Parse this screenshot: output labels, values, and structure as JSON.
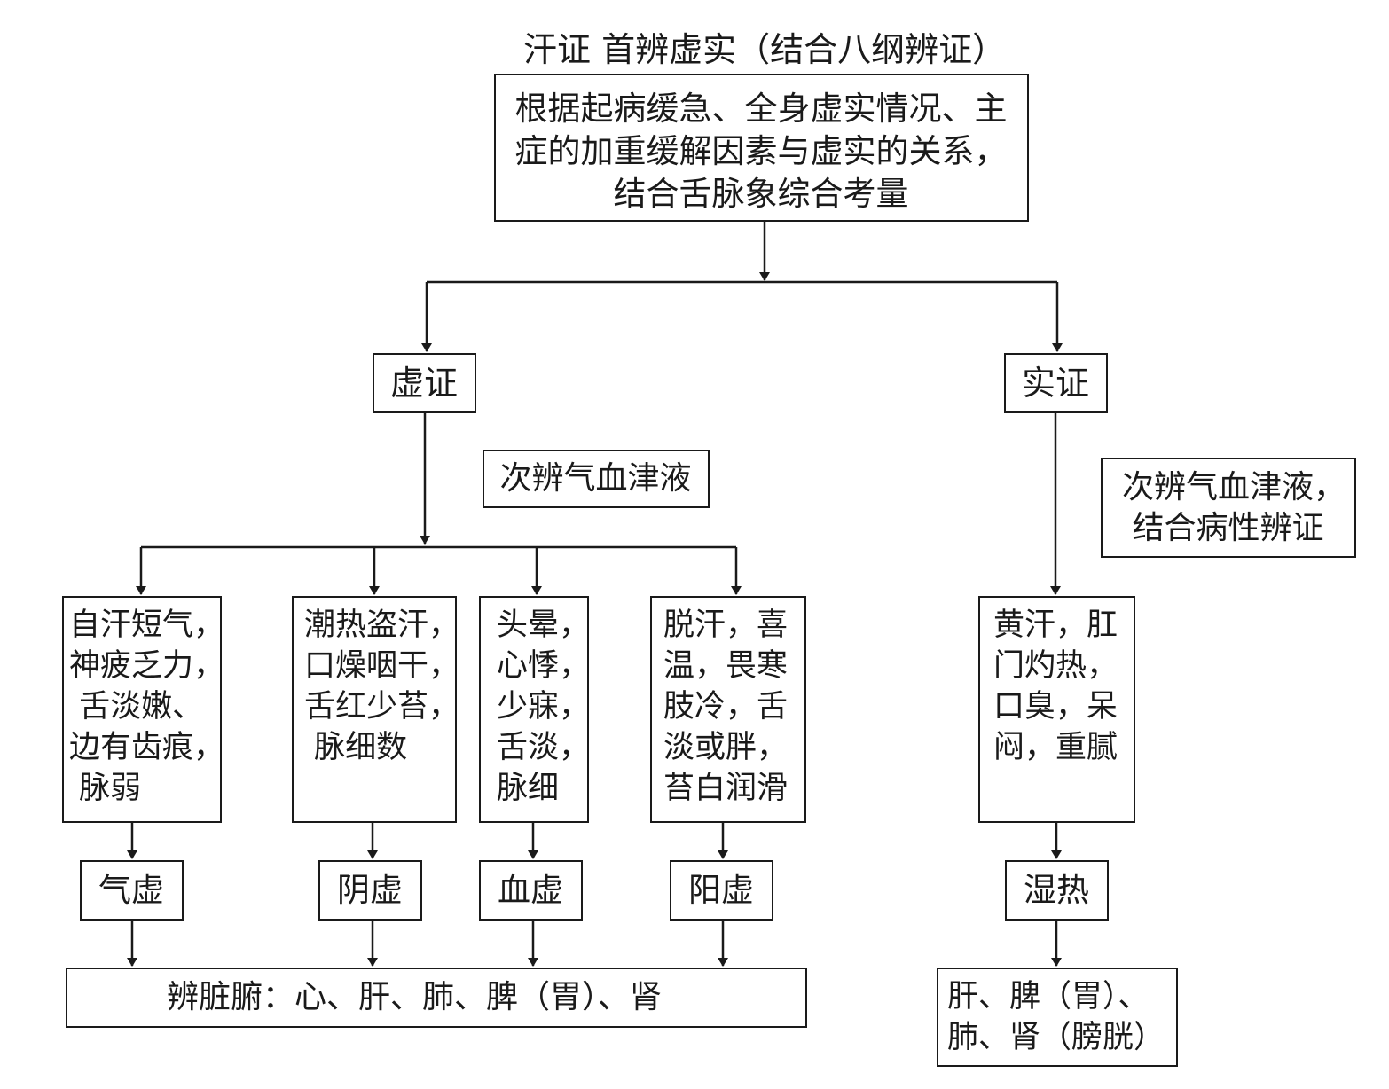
{
  "title": "汗证 首辨虚实（结合八纲辨证）",
  "root": "根据起病缓急、全身虚实情况、主\n症的加重缓解因素与虚实的关系，\n结合舌脉象综合考量",
  "deficiency": {
    "label": "虚证",
    "note": "次辨气血津液",
    "symptoms": [
      "自汗短气，\n神疲乏力，\n 舌淡嫩、\n边有齿痕，\n 脉弱",
      "潮热盗汗，\n口燥咽干，\n舌红少苔，\n 脉细数",
      "头晕，\n心悸，\n少寐，\n舌淡，\n脉细",
      "脱汗，喜\n温，畏寒\n肢冷，舌\n淡或胖，\n苔白润滑"
    ],
    "types": [
      "气虚",
      "阴虚",
      "血虚",
      "阳虚"
    ],
    "organs": "辨脏腑：心、肝、肺、脾（胃）、肾"
  },
  "excess": {
    "label": "实证",
    "note": "次辨气血津液，\n 结合病性辨证",
    "symptoms": "黄汗，肛\n门灼热，\n口臭，呆\n闷，重腻",
    "type": "湿热",
    "organs": "肝、脾（胃）、\n肺、肾（膀胱）"
  }
}
